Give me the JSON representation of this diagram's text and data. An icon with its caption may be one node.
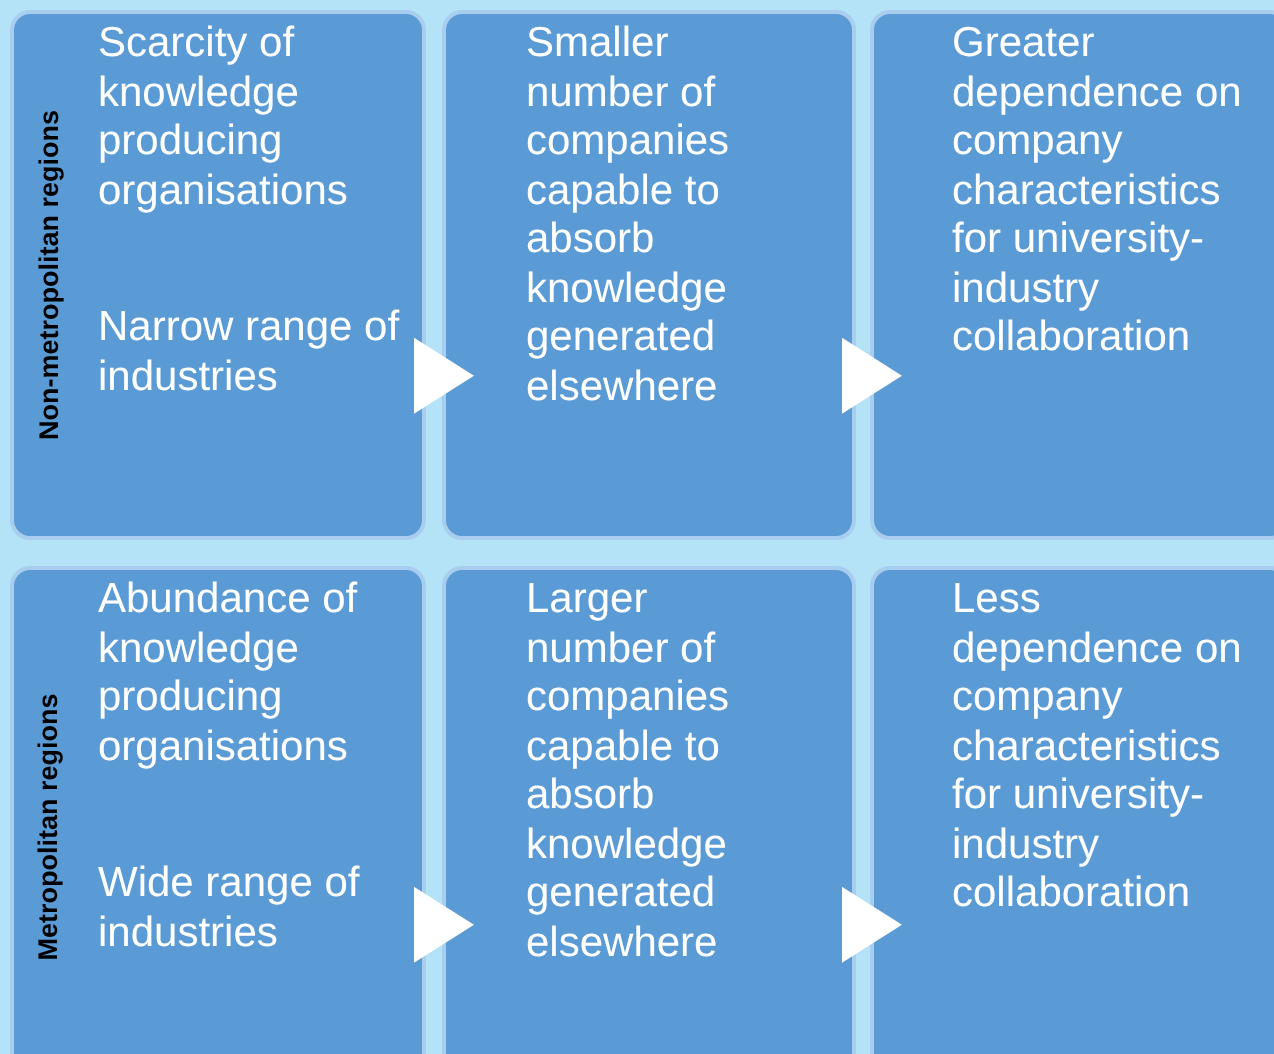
{
  "diagram": {
    "nodes": [
      {
        "text": [
          "Non-metropolitan regions",
          "Scarcity of knowledge producing organisations",
          "Narrow range of industries"
        ]
      },
      {
        "text": [
          "Smaller number of companies capable to absorb knowledge generated elsewhere"
        ]
      },
      {
        "text": [
          "Greater dependence on company characteristics for university-industry collaboration"
        ]
      },
      {
        "text": [
          "Metropolitan regions",
          "Abundance of knowledge producing organisations",
          "Wide range of industries"
        ]
      },
      {
        "text": [
          "Larger number of companies capable to absorb knowledge generated elsewhere"
        ]
      },
      {
        "text": [
          "Less dependence on company characteristics for university-industry collaboration"
        ]
      }
    ],
    "edges": [
      {
        "from": 0,
        "to": 1,
        "arrow": "to"
      },
      {
        "from": 1,
        "to": 2,
        "arrow": "to"
      },
      {
        "from": 3,
        "to": 4,
        "arrow": "to"
      },
      {
        "from": 4,
        "to": 5,
        "arrow": "to"
      }
    ]
  }
}
